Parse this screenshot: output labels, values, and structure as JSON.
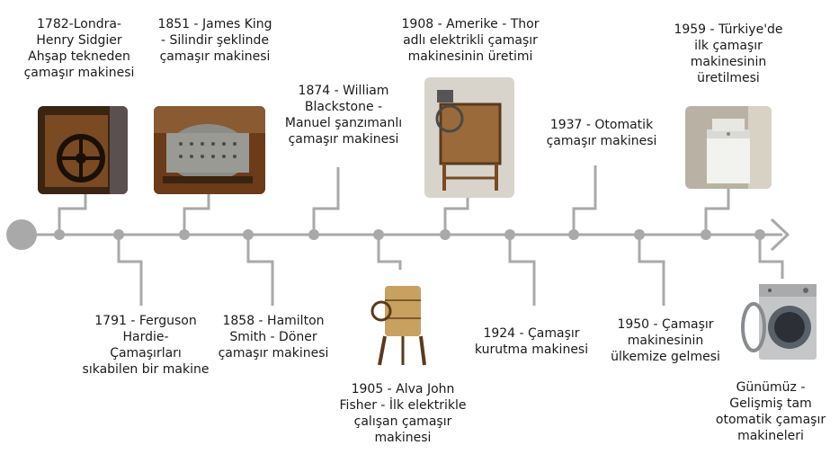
{
  "events": [
    {
      "id": "e1782",
      "text": "1782-Londra-\nHenry Sidgier\nAhşap tekneden\nçamaşır makinesi"
    },
    {
      "id": "e1791",
      "text": "1791 - Ferguson\nHardie-\nÇamaşırları\nsıkabilen bir makine"
    },
    {
      "id": "e1851",
      "text": "1851 - James King\n- Silindir şeklinde\nçamaşır makinesi"
    },
    {
      "id": "e1858",
      "text": "1858 - Hamilton\nSmith - Döner\nçamaşır makinesi"
    },
    {
      "id": "e1874",
      "text": "1874 - William\nBlackstone -\nManuel şanzımanlı\nçamaşır makinesi"
    },
    {
      "id": "e1905",
      "text": "1905 - Alva John\nFisher - İlk elektrikle\nçalışan çamaşır\nmakinesi"
    },
    {
      "id": "e1908",
      "text": "1908 - Amerike - Thor\nadlı elektrikli çamaşır\nmakinesinin üretimi"
    },
    {
      "id": "e1924",
      "text": "1924 - Çamaşır\nkurutma makinesi"
    },
    {
      "id": "e1937",
      "text": "1937 - Otomatik\nçamaşır makinesi"
    },
    {
      "id": "e1950",
      "text": "1950 - Çamaşır\nmakinesinin\nülkemize gelmesi"
    },
    {
      "id": "e1959",
      "text": "1959 - Türkiye'de\nilk çamaşır\nmakinesinin\nüretilmesi"
    },
    {
      "id": "e_today",
      "text": "Günümüz -\nGelişmiş tam\notomatik çamaşır\nmakineleri"
    }
  ],
  "colors": {
    "line": "#a9a9a9",
    "text": "#1a1a1a"
  }
}
